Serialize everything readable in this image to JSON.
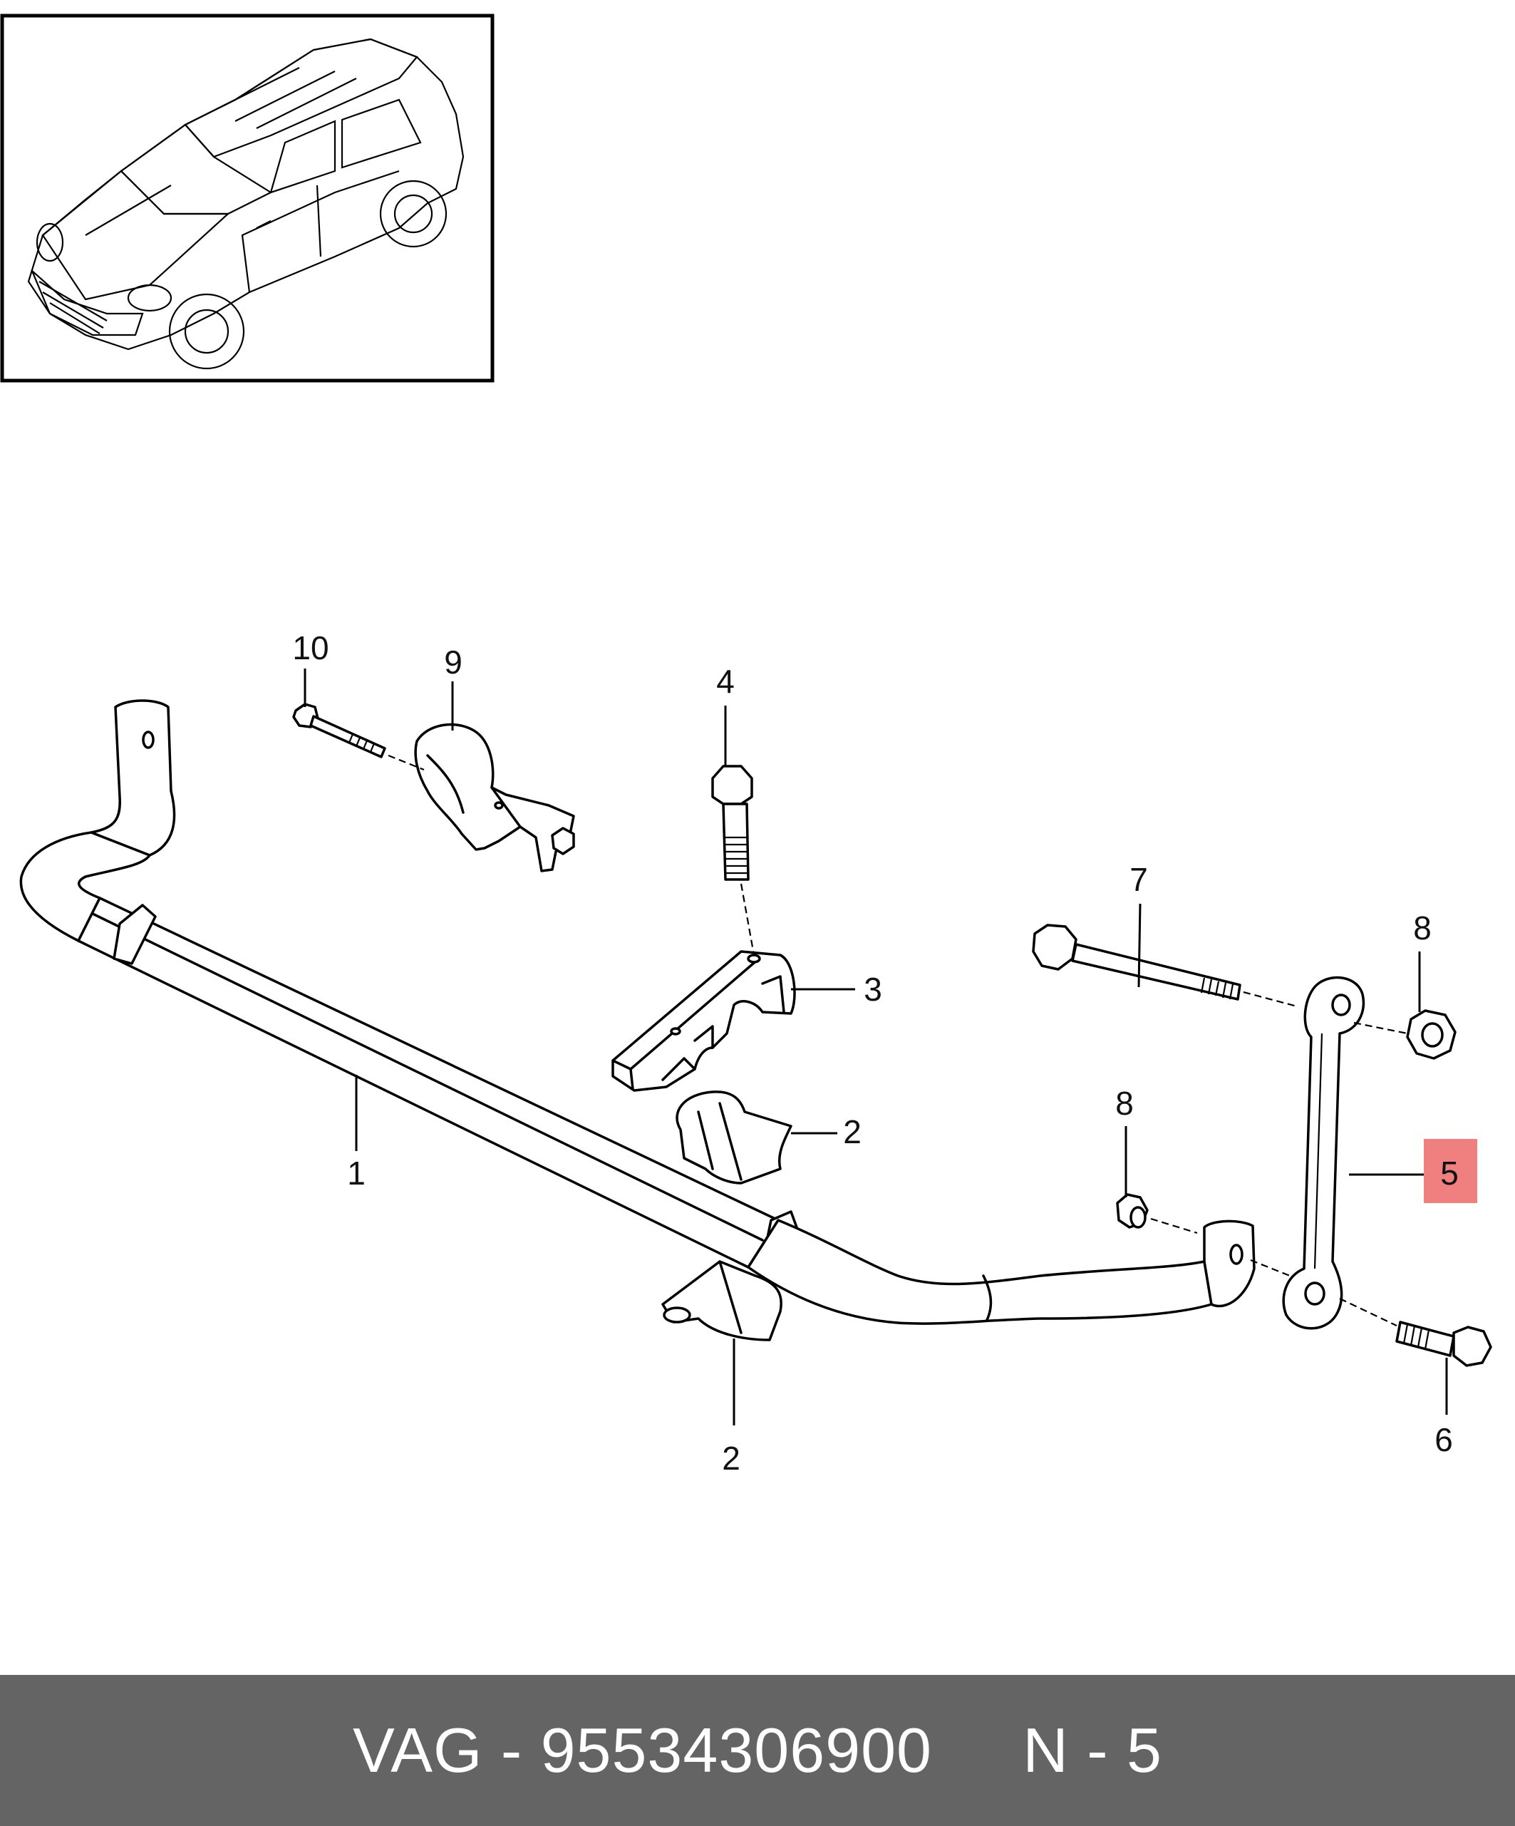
{
  "callouts": {
    "c1": "1",
    "c2a": "2",
    "c2b": "2",
    "c3": "3",
    "c4": "4",
    "c5": "5",
    "c6": "6",
    "c7": "7",
    "c8a": "8",
    "c8b": "8",
    "c9": "9",
    "c10": "10"
  },
  "highlight_color": "#f08080",
  "footer": {
    "text": "VAG - 95534306900     N - 5"
  }
}
